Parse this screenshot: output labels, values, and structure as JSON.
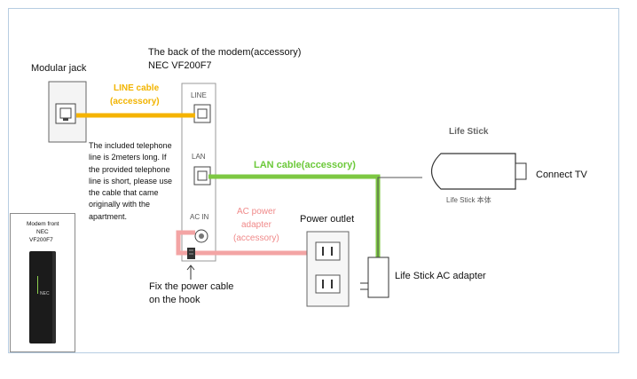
{
  "diagram": {
    "modular_jack": "Modular jack",
    "back_of_modem": "The back of the modem(accessory)",
    "modem_model": "NEC  VF200F7",
    "line_cable": [
      "LINE cable",
      "(accessory)"
    ],
    "port_line": "LINE",
    "port_lan": "LAN",
    "port_acin": "AC IN",
    "note": "The included telephone line is 2meters long. If the provided telephone line is short, please use the cable that came originally with the apartment.",
    "lan_cable": "LAN cable(accessory)",
    "ac_power_adapter": [
      "AC power",
      "adapter",
      "(accessory)"
    ],
    "power_outlet": "Power outlet",
    "life_stick": "Life Stick",
    "life_stick_body": "Life Stick 本体",
    "connect_tv": "Connect TV",
    "life_stick_ac_adapter": "Life Stick AC adapter",
    "hook_caption": [
      "Fix the power cable",
      "on the hook"
    ],
    "modem_front": [
      "Modem front",
      "NEC",
      "VF200F7"
    ],
    "modem_logo": "NEC",
    "colors": {
      "line_cable": "#f5b300",
      "lan_cable": "#7dc842",
      "power_cable": "#f3a4a4",
      "frame": "#b7cde2"
    }
  }
}
